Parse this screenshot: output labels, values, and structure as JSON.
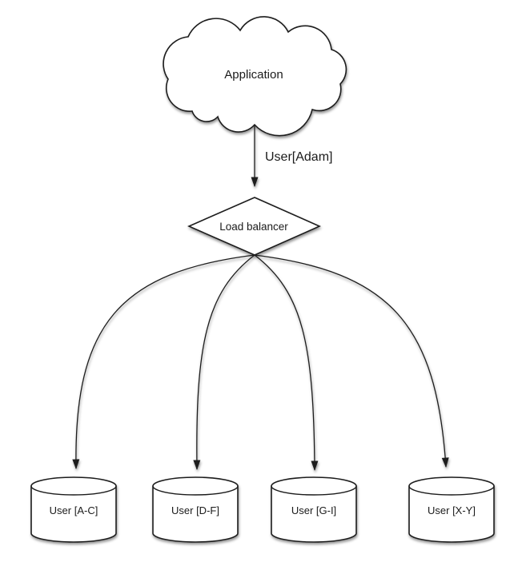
{
  "diagram": {
    "application": {
      "label": "Application"
    },
    "request_label": "User[Adam]",
    "load_balancer": {
      "label": "Load balancer"
    },
    "databases": [
      {
        "label": "User [A-C]"
      },
      {
        "label": "User [D-F]"
      },
      {
        "label": "User [G-I]"
      },
      {
        "label": "User [X-Y]"
      }
    ],
    "colors": {
      "background": "#ffffff",
      "stroke": "#1c1c1c",
      "shape_fill": "#ffffff",
      "text": "#1b1b1b"
    }
  }
}
